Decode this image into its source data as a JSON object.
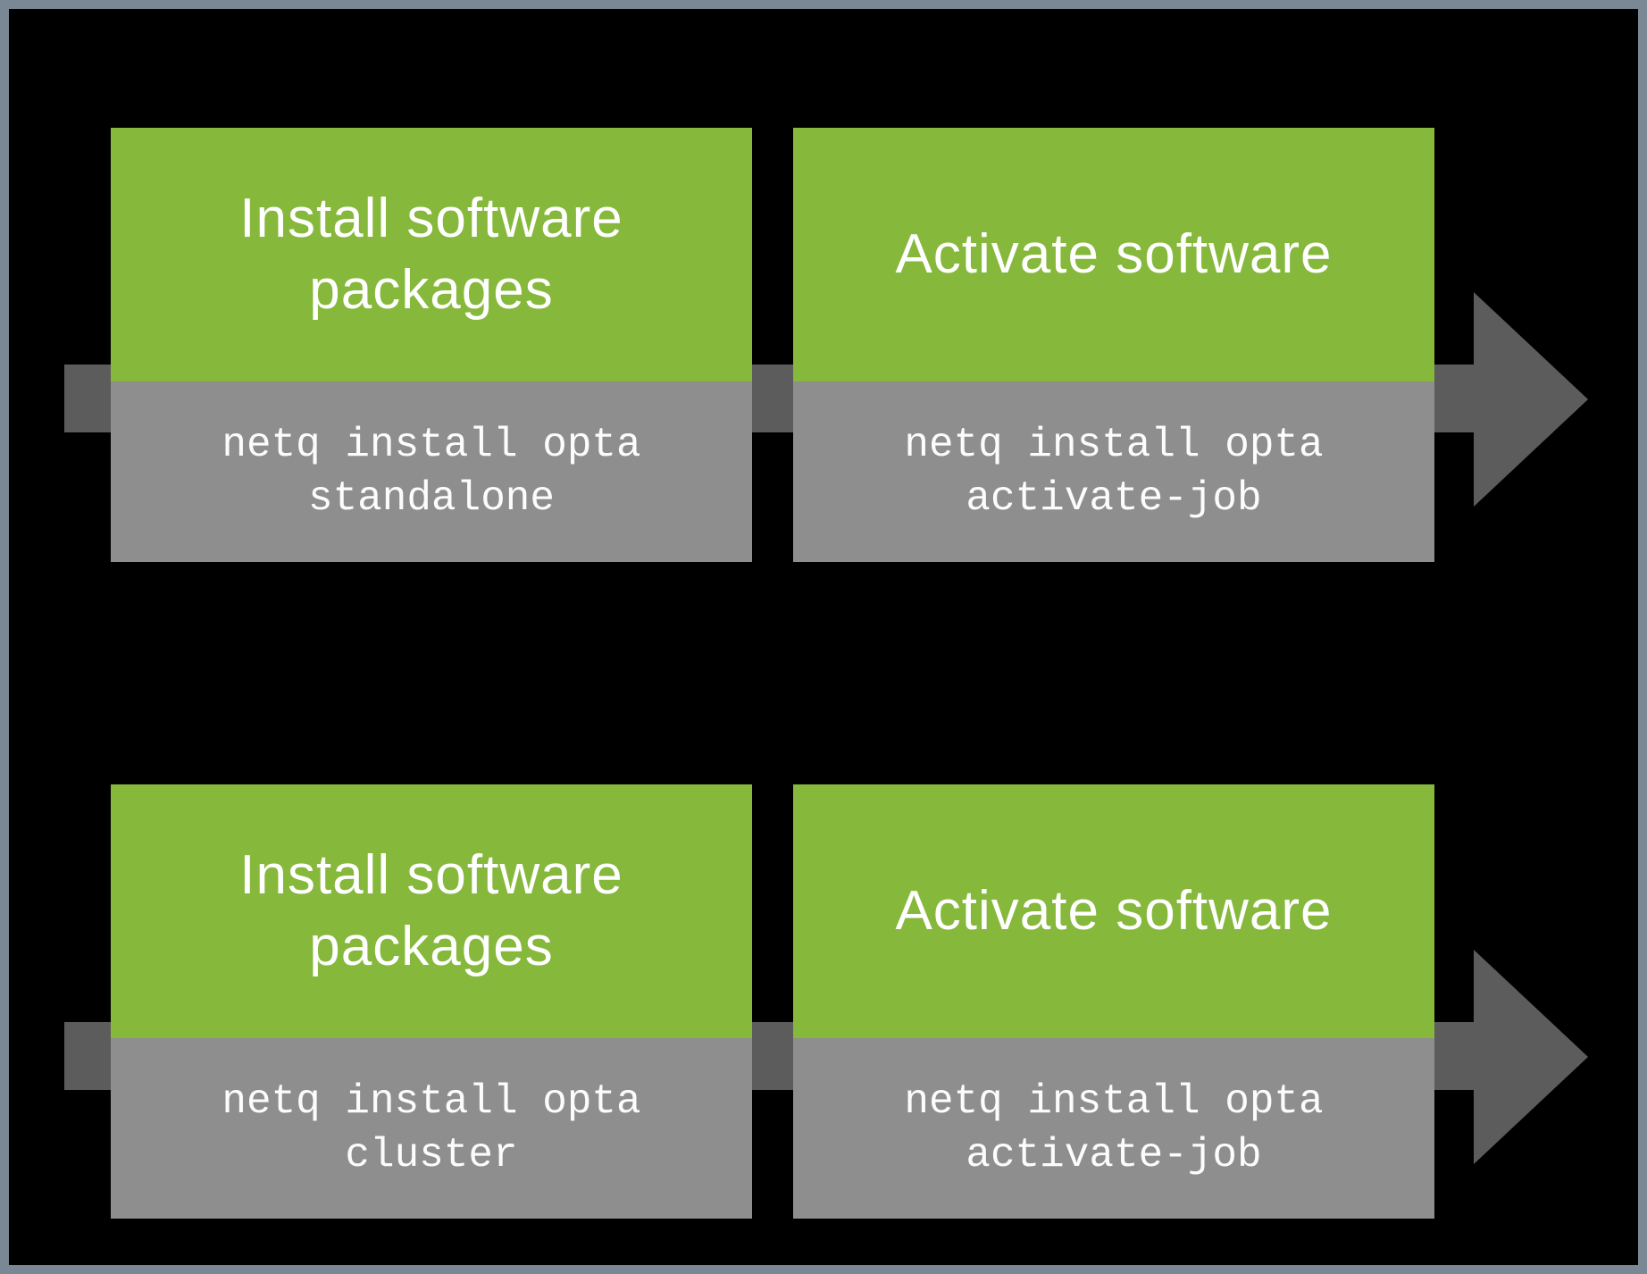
{
  "diagram": {
    "description_colors": {
      "background": "#000000",
      "frame_border": "#7A8794",
      "step_green": "#86B83C",
      "command_gray": "#8E8E8E",
      "arrow_gray": "#5C5C5C",
      "title_text": "#FFFFFF",
      "command_text": "#FCFCFC"
    },
    "rows": [
      {
        "steps": [
          {
            "title_lines": [
              "Install software",
              "packages"
            ],
            "command_lines": [
              "netq install opta",
              "standalone"
            ]
          },
          {
            "title_lines": [
              "Activate software",
              ""
            ],
            "command_lines": [
              "netq install opta",
              "activate-job"
            ]
          }
        ]
      },
      {
        "steps": [
          {
            "title_lines": [
              "Install software",
              "packages"
            ],
            "command_lines": [
              "netq install opta",
              "cluster"
            ]
          },
          {
            "title_lines": [
              "Activate software",
              ""
            ],
            "command_lines": [
              "netq install opta",
              "activate-job"
            ]
          }
        ]
      }
    ]
  }
}
